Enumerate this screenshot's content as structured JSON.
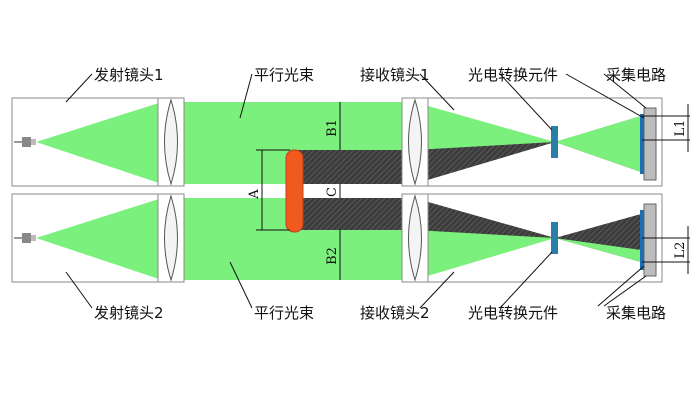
{
  "labels": {
    "emit_lens_1": "发射镜头1",
    "emit_lens_2": "发射镜头2",
    "parallel_beam_top": "平行光束",
    "parallel_beam_bottom": "平行光束",
    "recv_lens_1": "接收镜头1",
    "recv_lens_2": "接收镜头2",
    "converter_top": "光电转换元件",
    "converter_bottom": "光电转换元件",
    "circuit_top": "采集电路",
    "circuit_bottom": "采集电路"
  },
  "dimensions": {
    "a": "A",
    "b1": "B1",
    "b2": "B2",
    "c": "C",
    "l1": "L1",
    "l2": "L2"
  },
  "colors": {
    "beam": "#7cf07c",
    "shadow": "#4a4a4a",
    "object": "#f05a1e",
    "converter": "#2a7fa8",
    "detector": "#1a6fb5",
    "box": "#808080"
  }
}
